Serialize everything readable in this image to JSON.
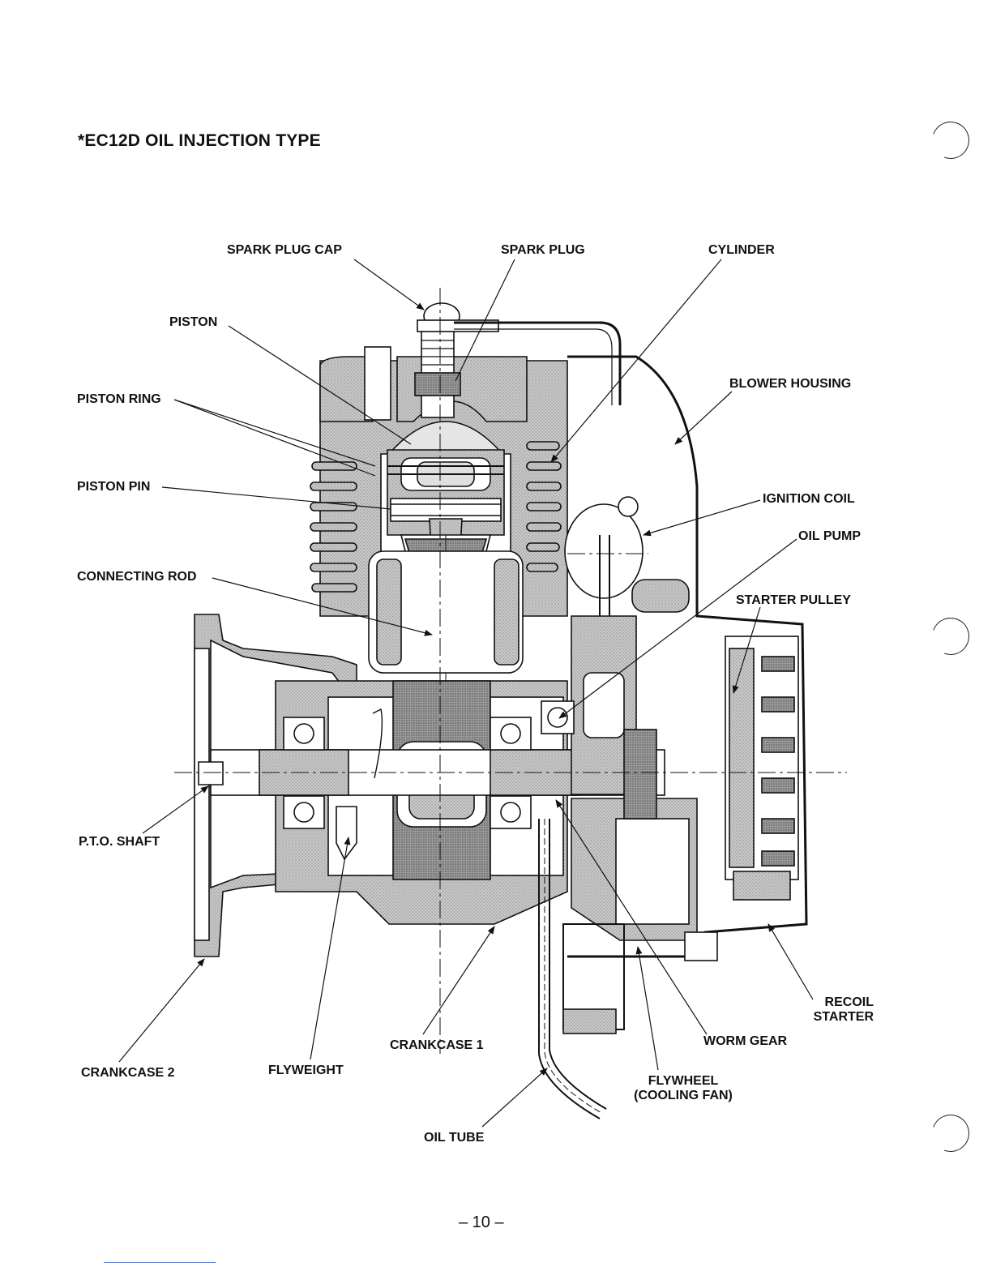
{
  "title": "*EC12D OIL  INJECTION  TYPE",
  "labels": {
    "spark_plug_cap": "SPARK PLUG CAP",
    "spark_plug": "SPARK PLUG",
    "cylinder": "CYLINDER",
    "piston": "PISTON",
    "blower_housing": "BLOWER HOUSING",
    "piston_ring": "PISTON RING",
    "piston_pin": "PISTON PIN",
    "ignition_coil": "IGNITION COIL",
    "oil_pump": "OIL PUMP",
    "connecting_rod": "CONNECTING ROD",
    "starter_pulley": "STARTER PULLEY",
    "pto_shaft": "P.T.O. SHAFT",
    "recoil_starter_1": "RECOIL",
    "recoil_starter_2": "STARTER",
    "worm_gear": "WORM GEAR",
    "crankcase_1": "CRANKCASE 1",
    "crankcase_2": "CRANKCASE 2",
    "flyweight": "FLYWEIGHT",
    "flywheel_1": "FLYWHEEL",
    "flywheel_2": "(COOLING FAN)",
    "oil_tube": "OIL TUBE"
  },
  "page_number": "– 10 –"
}
